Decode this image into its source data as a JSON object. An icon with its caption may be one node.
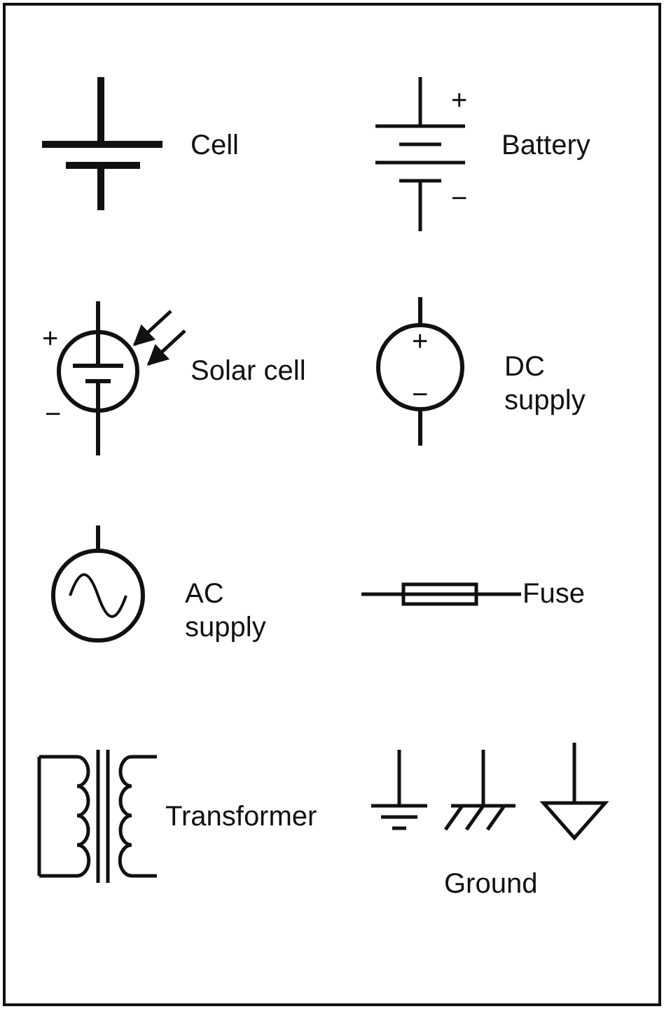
{
  "diagram": {
    "labels": [
      "Cell",
      "+",
      "Battery",
      "−",
      "+",
      "Solar cell",
      "−",
      "+",
      "DC supply",
      "−",
      "AC supply",
      "Fuse",
      "Transformer",
      "Ground"
    ]
  }
}
